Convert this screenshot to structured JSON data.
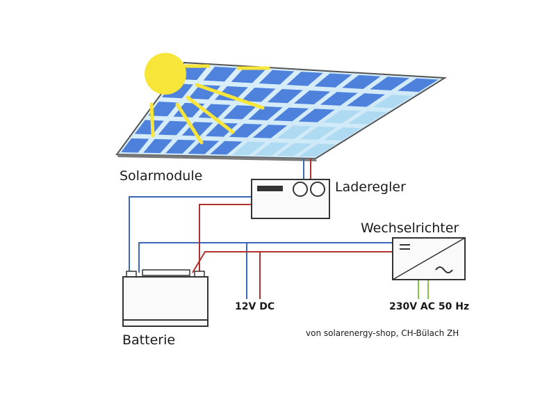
{
  "labels": {
    "solar_modules": "Solarmodule",
    "charge_controller": "Laderegler",
    "inverter": "Wechselrichter",
    "battery": "Batterie",
    "dc_voltage": "12V DC",
    "ac_output": "230V AC 50 Hz",
    "credit": "von solarenergy-shop, CH-Bülach ZH"
  },
  "colors": {
    "positive_wire": "#b03030",
    "negative_wire": "#3a68b8",
    "ac_wire": "#8bc34a",
    "sun": "#f7e53a",
    "panel_cell": "#3f76d8",
    "panel_cell_light": "#9fd3ef",
    "outline": "#333333"
  },
  "icons": [
    "sun-icon",
    "solar-panel-icon",
    "charge-controller-icon",
    "inverter-icon",
    "battery-icon"
  ]
}
